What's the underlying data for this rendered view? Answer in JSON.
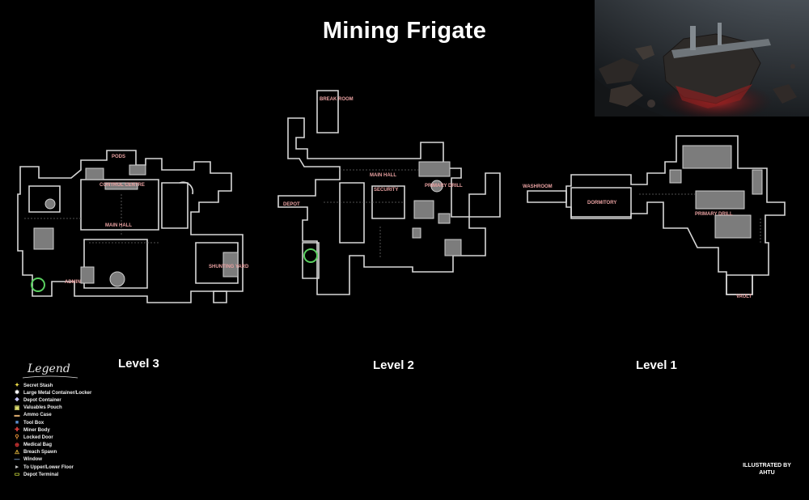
{
  "page": {
    "title": "Mining Frigate"
  },
  "levels": [
    {
      "label": "Level 3",
      "rooms": [
        "PODS",
        "CONTROL CENTRE",
        "MAIN HALL",
        "ADMIN",
        "SHUNTING YARD"
      ]
    },
    {
      "label": "Level 2",
      "rooms": [
        "BREAK ROOM",
        "MAIN HALL",
        "SECURITY",
        "PRIMARY DRILL",
        "DEPOT"
      ]
    },
    {
      "label": "Level 1",
      "rooms": [
        "WASHROOM",
        "DORMITORY",
        "PRIMARY DRILL",
        "VAULT"
      ]
    }
  ],
  "legend": {
    "title": "Legend",
    "items": [
      {
        "label": "Secret Stash",
        "icon": "secret-stash-icon",
        "color": "#f2e14a"
      },
      {
        "label": "Large Metal Container/Locker",
        "icon": "locker-icon",
        "color": "#ffffff"
      },
      {
        "label": "Depot Container",
        "icon": "depot-container-icon",
        "color": "#c9c9ff"
      },
      {
        "label": "Valuables Pouch",
        "icon": "valuables-pouch-icon",
        "color": "#e0e070"
      },
      {
        "label": "Ammo Case",
        "icon": "ammo-case-icon",
        "color": "#d5a56a"
      },
      {
        "label": "Tool Box",
        "icon": "tool-box-icon",
        "color": "#5a8fd0"
      },
      {
        "label": "Miner Body",
        "icon": "miner-body-icon",
        "color": "#e04040"
      },
      {
        "label": "Locked Door",
        "icon": "locked-door-icon",
        "color": "#f09a3a"
      },
      {
        "label": "Medical Bag",
        "icon": "medical-bag-icon",
        "color": "#e83a3a"
      },
      {
        "label": "Breach Spawn",
        "icon": "breach-spawn-icon",
        "color": "#f0c040"
      },
      {
        "label": "Window",
        "icon": "window-icon",
        "color": "#8fb8e8"
      },
      {
        "label": "To Upper/Lower Floor",
        "icon": "stairs-icon",
        "color": "#cccccc"
      },
      {
        "label": "Depot Terminal",
        "icon": "depot-terminal-icon",
        "color": "#d8e840"
      }
    ]
  },
  "credit": {
    "line1": "ILLUSTRATED BY",
    "line2": "AHTU"
  }
}
